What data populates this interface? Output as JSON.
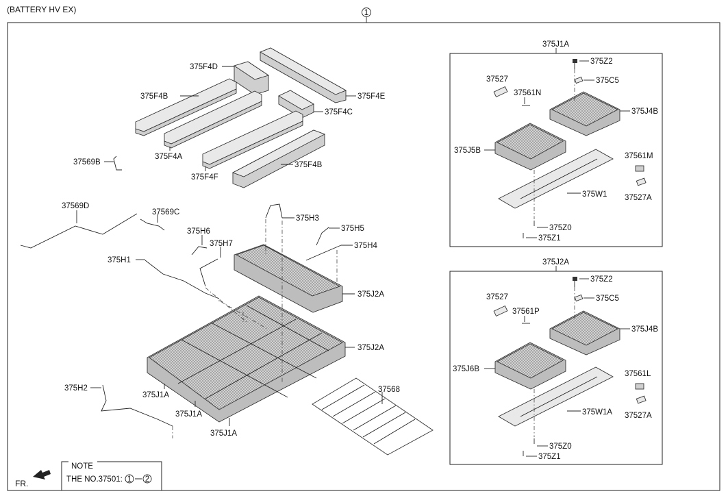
{
  "header": {
    "title": "(BATTERY HV EX)",
    "ref_number": "1"
  },
  "labels": {
    "l375F4D": "375F4D",
    "l375F4B_top": "375F4B",
    "l375F4E": "375F4E",
    "l375F4C": "375F4C",
    "l375F4A": "375F4A",
    "l37569B": "37569B",
    "l375F4F": "375F4F",
    "l375F4B_bot": "375F4B",
    "l37569D": "37569D",
    "l37569C": "37569C",
    "l375H3": "375H3",
    "l375H5": "375H5",
    "l375H6": "375H6",
    "l375H7": "375H7",
    "l375H4": "375H4",
    "l375H1": "375H1",
    "l375J2A_1": "375J2A",
    "l375J2A_2": "375J2A",
    "l37568": "37568",
    "l375H2": "375H2",
    "l375J1A_1": "375J1A",
    "l375J1A_2": "375J1A",
    "l375J1A_3": "375J1A"
  },
  "box1": {
    "title": "375J1A",
    "labels": {
      "z2": "375Z2",
      "c5": "375C5",
      "p37527": "37527",
      "n37561N": "37561N",
      "j4b": "375J4B",
      "j5b": "375J5B",
      "m37561M": "37561M",
      "a37527A": "37527A",
      "w1": "375W1",
      "z0": "375Z0",
      "z1": "375Z1"
    }
  },
  "box2": {
    "title": "375J2A",
    "labels": {
      "z2": "375Z2",
      "c5": "375C5",
      "p37527": "37527",
      "p37561P": "37561P",
      "j4b": "375J4B",
      "j6b": "375J6B",
      "l37561L": "37561L",
      "a37527A": "37527A",
      "w1a": "375W1A",
      "z0": "375Z0",
      "z1": "375Z1"
    }
  },
  "note": {
    "heading": "NOTE",
    "text_prefix": "THE NO.37501:",
    "from": "1",
    "to": "2"
  },
  "fr_label": "FR."
}
